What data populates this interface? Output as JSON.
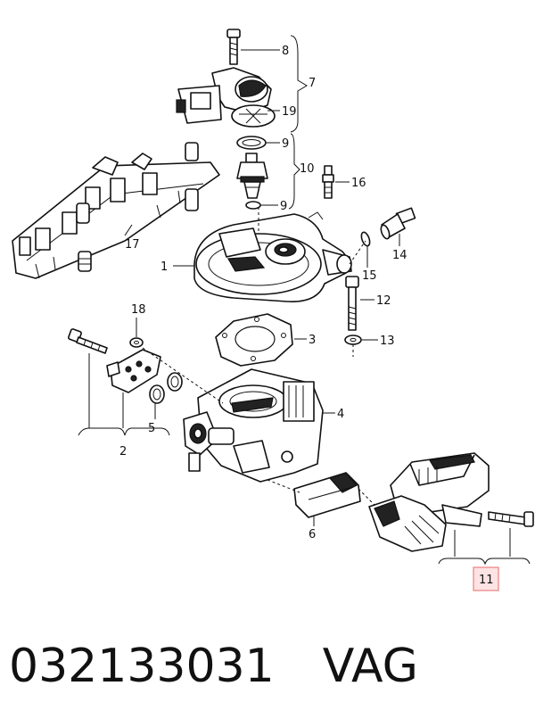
{
  "callouts": {
    "c1": "1",
    "c2": "2",
    "c3": "3",
    "c4": "4",
    "c5": "5",
    "c6": "6",
    "c7": "7",
    "c8": "8",
    "c9a": "9",
    "c9b": "9",
    "c10": "10",
    "c11": "11",
    "c12": "12",
    "c13": "13",
    "c14": "14",
    "c15": "15",
    "c16": "16",
    "c17": "17",
    "c18": "18",
    "c19": "19"
  },
  "highlight_color": "#e86a6a",
  "caption": {
    "part_number": "032133031",
    "brand": "VAG"
  }
}
